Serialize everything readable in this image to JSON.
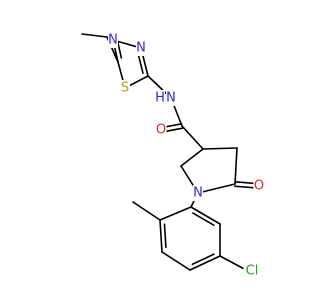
{
  "colors": {
    "bond": "#000000",
    "N": "#2a2adb",
    "O": "#e3261e",
    "S": "#b3a11f",
    "Cl": "#23a323",
    "background": "#ffffff"
  },
  "atom_labels": {
    "n_thiadiazole_upper_right": "N",
    "n_thiadiazole_upper_left": "N",
    "s_thiadiazole": "S",
    "n_amide": "N",
    "h_amide": "H",
    "o_amide": "O",
    "n_pyrrolidinone": "N",
    "o_lactam": "O",
    "cl_aryl": "Cl"
  }
}
